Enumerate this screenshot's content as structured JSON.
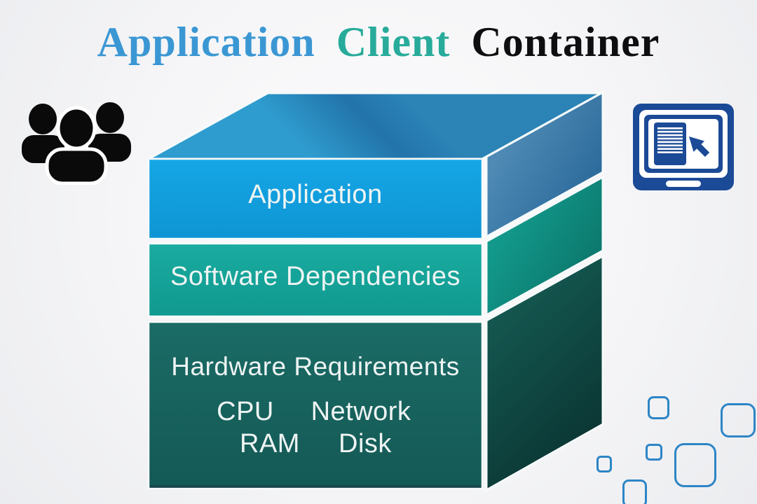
{
  "title": {
    "part1": "Application",
    "part2": "Client",
    "part3": "Container",
    "colors": {
      "part1": "#3b97d3",
      "part2": "#28ab9a",
      "part3": "#0e0e10"
    }
  },
  "stack": {
    "layers": [
      {
        "label": "Application",
        "front_color": "#12a3e2",
        "side_color": "#2f74a6"
      },
      {
        "label": "Software Dependencies",
        "front_color": "#15a79c",
        "side_color": "#0e8a7b"
      },
      {
        "label": "Hardware Requirements",
        "front_color": "#186560",
        "side_color": "#0f4a46",
        "items": [
          "CPU",
          "Network",
          "RAM",
          "Disk"
        ]
      }
    ],
    "edge_color": "#f6fafb"
  },
  "icons": {
    "left": {
      "name": "users-group-icon",
      "color": "#0a0a0a"
    },
    "right": {
      "name": "monitor-with-document-and-cursor-icon",
      "color": "#1b4a96"
    }
  },
  "decor": {
    "square_outline_color": "#2d85c6",
    "square_count": 6
  }
}
